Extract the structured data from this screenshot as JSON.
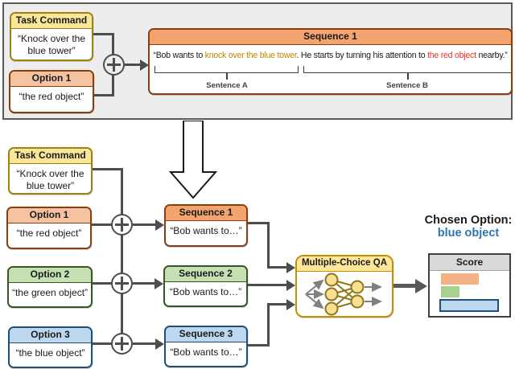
{
  "colors": {
    "yellow_header": "#fae699",
    "yellow_border": "#9c8412",
    "orange_header": "#f6c3a2",
    "orange_seq_header": "#f2a36e",
    "orange_border": "#8c3d10",
    "green_header": "#c6e0b4",
    "green_border": "#375623",
    "blue_header": "#bdd7ee",
    "blue_border": "#1f4e79",
    "gold_header": "#ffe699",
    "gold_border": "#bf9000",
    "task_text_gold": "#c08a00",
    "option_text_red": "#e5342b",
    "chosen_blue": "#2e74b5",
    "connector_gray": "#4d4d4d",
    "panel_gray": "#ededed"
  },
  "top_panel": {
    "task_command": {
      "label": "Task Command",
      "value": "“Knock over the blue tower”"
    },
    "option1": {
      "label": "Option 1",
      "value": "“the red object”"
    },
    "sequence1": {
      "label": "Sequence 1",
      "text_parts": {
        "p1": "“Bob wants to ",
        "p2": "knock over the blue tower",
        "p3": ". He starts by turning his attention to ",
        "p4": "the red object",
        "p5": " nearby.”"
      },
      "sentence_a_label": "Sentence A",
      "sentence_b_label": "Sentence B"
    }
  },
  "bottom": {
    "task_command": {
      "label": "Task Command",
      "value": "“Knock over the blue tower”"
    },
    "options": [
      {
        "label": "Option 1",
        "value": "“the red object”"
      },
      {
        "label": "Option 2",
        "value": "“the green object”"
      },
      {
        "label": "Option 3",
        "value": "“the blue object”"
      }
    ],
    "sequences": [
      {
        "label": "Sequence 1",
        "value": "“Bob wants to…”"
      },
      {
        "label": "Sequence 2",
        "value": "“Bob wants to…”"
      },
      {
        "label": "Sequence 3",
        "value": "“Bob wants to…”"
      }
    ],
    "qa_box": {
      "label": "Multiple-Choice QA"
    },
    "chosen": {
      "label": "Chosen Option:",
      "value": "blue object"
    },
    "score": {
      "label": "Score",
      "bars": [
        {
          "name": "option1-red",
          "color": "#f4b183",
          "width": 47,
          "highlighted": false
        },
        {
          "name": "option2-green",
          "color": "#a9d18e",
          "width": 23,
          "highlighted": false
        },
        {
          "name": "option3-blue",
          "color": "#bdd7ee",
          "width": 74,
          "highlighted": true
        }
      ]
    }
  }
}
